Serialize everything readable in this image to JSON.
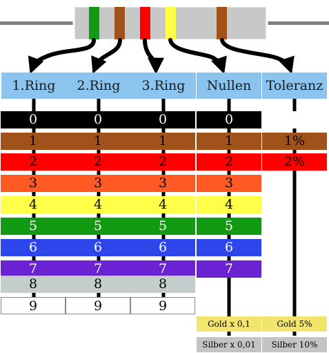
{
  "resistor": {
    "body_color": "#c8c8c8",
    "rings": [
      {
        "color": "#129a12"
      },
      {
        "color": "#a0521a"
      },
      {
        "color": "#ff0000"
      },
      {
        "color": "#ffff4a"
      },
      {
        "color": "#a0521a"
      }
    ]
  },
  "columns": [
    {
      "label": "1.Ring",
      "bands": [
        {
          "text": "0",
          "color": "#000000",
          "fg": "#ffffff"
        },
        {
          "text": "1",
          "color": "#a0521a",
          "fg": "#000000"
        },
        {
          "text": "2",
          "color": "#ff0000",
          "fg": "#000000"
        },
        {
          "text": "3",
          "color": "#ff5a24",
          "fg": "#000000"
        },
        {
          "text": "4",
          "color": "#ffff4a",
          "fg": "#000000"
        },
        {
          "text": "5",
          "color": "#129a12",
          "fg": "#ffffff"
        },
        {
          "text": "6",
          "color": "#2c46ea",
          "fg": "#ffffff"
        },
        {
          "text": "7",
          "color": "#6a22d2",
          "fg": "#ffffff"
        },
        {
          "text": "8",
          "color": "#c4cccc",
          "fg": "#000000"
        },
        {
          "text": "9",
          "color": "#ffffff",
          "fg": "#000000",
          "border": "#888888"
        }
      ]
    },
    {
      "label": "2.Ring",
      "bands": [
        {
          "text": "0",
          "color": "#000000",
          "fg": "#ffffff"
        },
        {
          "text": "1",
          "color": "#a0521a",
          "fg": "#000000"
        },
        {
          "text": "2",
          "color": "#ff0000",
          "fg": "#000000"
        },
        {
          "text": "3",
          "color": "#ff5a24",
          "fg": "#000000"
        },
        {
          "text": "4",
          "color": "#ffff4a",
          "fg": "#000000"
        },
        {
          "text": "5",
          "color": "#129a12",
          "fg": "#ffffff"
        },
        {
          "text": "6",
          "color": "#2c46ea",
          "fg": "#ffffff"
        },
        {
          "text": "7",
          "color": "#6a22d2",
          "fg": "#ffffff"
        },
        {
          "text": "8",
          "color": "#c4cccc",
          "fg": "#000000"
        },
        {
          "text": "9",
          "color": "#ffffff",
          "fg": "#000000",
          "border": "#888888"
        }
      ]
    },
    {
      "label": "3.Ring",
      "bands": [
        {
          "text": "0",
          "color": "#000000",
          "fg": "#ffffff"
        },
        {
          "text": "1",
          "color": "#a0521a",
          "fg": "#000000"
        },
        {
          "text": "2",
          "color": "#ff0000",
          "fg": "#000000"
        },
        {
          "text": "3",
          "color": "#ff5a24",
          "fg": "#000000"
        },
        {
          "text": "4",
          "color": "#ffff4a",
          "fg": "#000000"
        },
        {
          "text": "5",
          "color": "#129a12",
          "fg": "#ffffff"
        },
        {
          "text": "6",
          "color": "#2c46ea",
          "fg": "#ffffff"
        },
        {
          "text": "7",
          "color": "#6a22d2",
          "fg": "#ffffff"
        },
        {
          "text": "8",
          "color": "#c4cccc",
          "fg": "#000000"
        },
        {
          "text": "9",
          "color": "#ffffff",
          "fg": "#000000",
          "border": "#888888"
        }
      ]
    },
    {
      "label": "Nullen",
      "bands": [
        {
          "text": "0",
          "color": "#000000",
          "fg": "#ffffff"
        },
        {
          "text": "1",
          "color": "#a0521a",
          "fg": "#000000"
        },
        {
          "text": "2",
          "color": "#ff0000",
          "fg": "#000000"
        },
        {
          "text": "3",
          "color": "#ff5a24",
          "fg": "#000000"
        },
        {
          "text": "4",
          "color": "#ffff4a",
          "fg": "#000000"
        },
        {
          "text": "5",
          "color": "#129a12",
          "fg": "#ffffff"
        },
        {
          "text": "6",
          "color": "#2c46ea",
          "fg": "#ffffff"
        },
        {
          "text": "7",
          "color": "#6a22d2",
          "fg": "#ffffff"
        },
        null,
        null,
        {
          "text": "Gold x 0,1",
          "color": "#f2e56e",
          "fg": "#000000",
          "small": true
        },
        {
          "text": "Silber x 0,01",
          "color": "#c4c4c4",
          "fg": "#000000",
          "small": true
        }
      ]
    },
    {
      "label": "Toleranz",
      "bands": [
        {
          "text": "",
          "color": "#ffffff",
          "fg": "#000000",
          "empty": true
        },
        {
          "text": "1%",
          "color": "#a0521a",
          "fg": "#000000"
        },
        {
          "text": "2%",
          "color": "#ff0000",
          "fg": "#000000"
        },
        null,
        null,
        null,
        null,
        null,
        null,
        null,
        {
          "text": "Gold 5%",
          "color": "#f2e56e",
          "fg": "#000000",
          "small": true
        },
        {
          "text": "Silber 10%",
          "color": "#c4c4c4",
          "fg": "#000000",
          "small": true
        }
      ]
    }
  ]
}
